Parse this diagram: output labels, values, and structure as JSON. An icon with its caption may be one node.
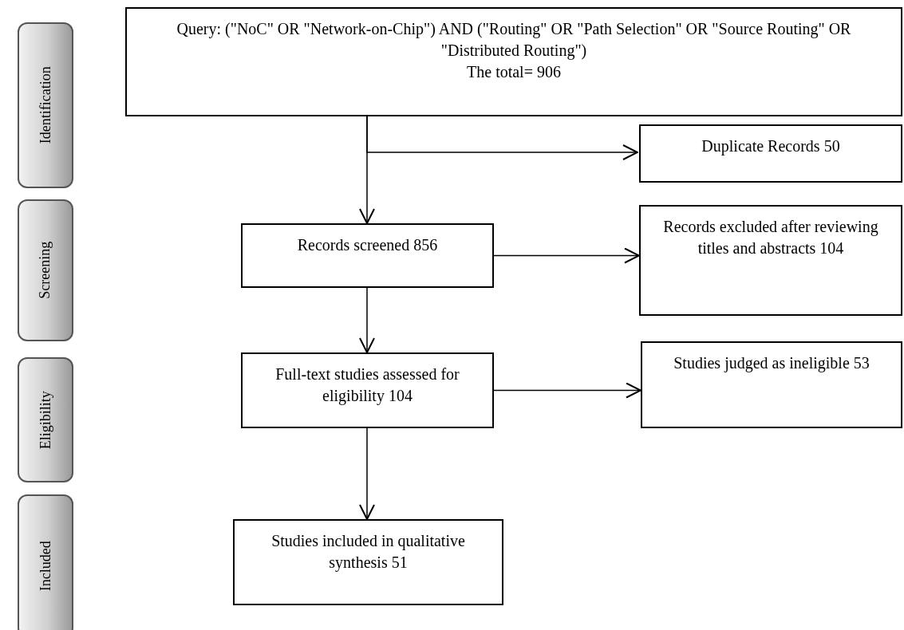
{
  "diagram": {
    "nodes": [
      {
        "text": [
          "Identification"
        ]
      },
      {
        "text": [
          "Screening"
        ]
      },
      {
        "text": [
          "Eligibility"
        ]
      },
      {
        "text": [
          "Included"
        ]
      },
      {
        "text": [
          "Query: (\"NoC\" OR \"Network-on-Chip\") AND (\"Routing\" OR \"Path Selection\" OR \"Source Routing\" OR \"Distributed Routing\")",
          "The total= 906"
        ]
      },
      {
        "text": [
          "Duplicate Records 50"
        ]
      },
      {
        "text": [
          "Records screened 856"
        ]
      },
      {
        "text": [
          "Records excluded after reviewing titles and abstracts 104"
        ]
      },
      {
        "text": [
          "Full-text studies assessed for eligibility 104"
        ]
      },
      {
        "text": [
          "Studies judged as ineligible 53"
        ]
      },
      {
        "text": [
          "Studies included in qualitative synthesis 51"
        ]
      }
    ],
    "edges": [
      {
        "from": 4,
        "to": 6,
        "arrow": "to"
      },
      {
        "from": 4,
        "to": 5,
        "arrow": "to"
      },
      {
        "from": 6,
        "to": 7,
        "arrow": "to"
      },
      {
        "from": 6,
        "to": 8,
        "arrow": "to"
      },
      {
        "from": 8,
        "to": 9,
        "arrow": "to"
      },
      {
        "from": 8,
        "to": 10,
        "arrow": "to"
      }
    ]
  }
}
